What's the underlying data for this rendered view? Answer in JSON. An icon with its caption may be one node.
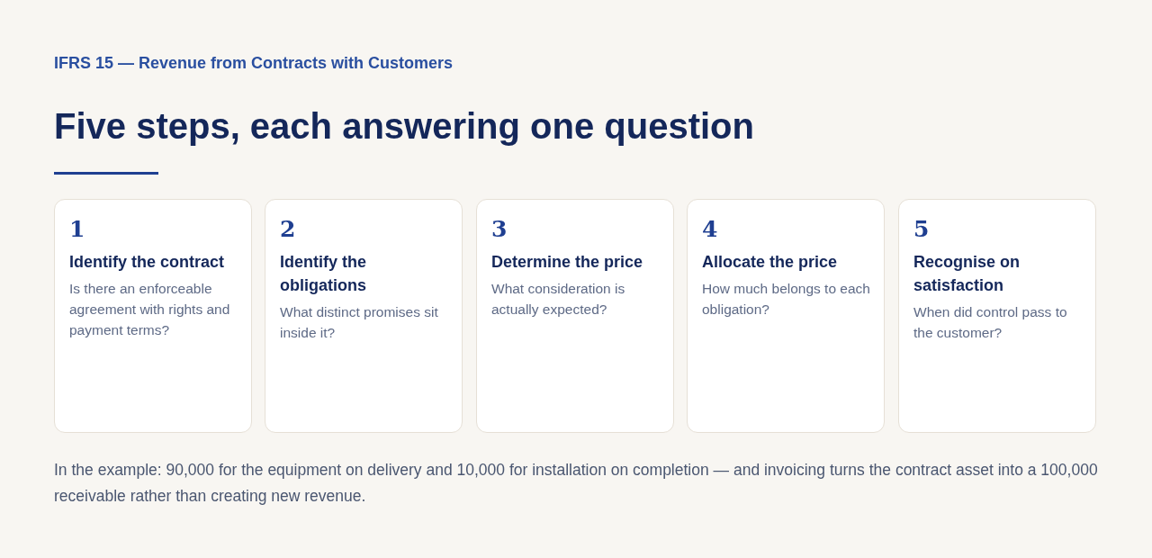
{
  "diagram": {
    "title": "Five steps, each answering one question",
    "caption": "In the example: 90,000 for the equipment on delivery and 10,000 for installation on completion — and invoicing turns the contract asset into a 100,000 receivable rather than creating new revenue.",
    "nodes": [
      {
        "text": [
          "1",
          "Identify the contract",
          "Is there an enforceable agreement with rights and payment terms?"
        ]
      },
      {
        "text": [
          "2",
          "Identify the obligations",
          "What distinct promises sit inside it?"
        ]
      },
      {
        "text": [
          "3",
          "Determine the price",
          "What consideration is actually expected?"
        ]
      },
      {
        "text": [
          "4",
          "Allocate the price",
          "How much belongs to each obligation?"
        ]
      },
      {
        "text": [
          "5",
          "Recognise on satisfaction",
          "When did control pass to the customer?"
        ]
      }
    ],
    "labels": [
      "IFRS 15 — Revenue from Contracts with Customers"
    ]
  }
}
